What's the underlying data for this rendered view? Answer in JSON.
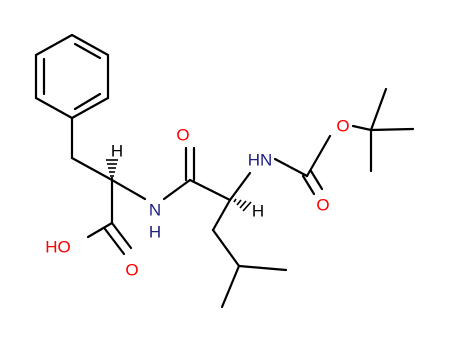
{
  "molecule": {
    "atoms": {
      "nh_left": "N",
      "h_on_n_left": "H",
      "nh_right": "HN",
      "oh": "HO",
      "o_acid": "O",
      "o_amide": "O",
      "o_ester": "O",
      "o_carbamate": "O",
      "h_alpha_phe": "H",
      "h_alpha_leu": "H"
    },
    "colors": {
      "bond": "#000000",
      "nitrogen": "#202080",
      "oxygen": "#ff0000",
      "carbon_label": "#000000"
    }
  }
}
